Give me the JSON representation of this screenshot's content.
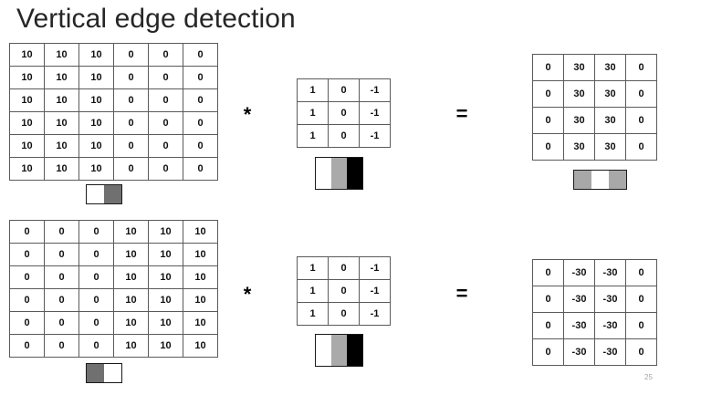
{
  "slide": {
    "title": "Vertical edge detection",
    "page_number": "25",
    "background_color": "#ffffff",
    "title_color": "#262626",
    "page_number_color": "#a6a6a6",
    "grid_line_color": "#5a5a5a"
  },
  "operators": {
    "convolution": "*",
    "equals": "="
  },
  "palette": {
    "white": "#ffffff",
    "light_gray": "#aaaaaa",
    "mid_gray": "#b3b3b3",
    "dark_gray": "#707070",
    "black": "#000000",
    "result_gray": "#a8a8a8"
  },
  "examples": [
    {
      "name": "light-to-dark-edge",
      "input": {
        "label": "input-matrix-light-left",
        "rows": 6,
        "cols": 6,
        "values": [
          [
            "10",
            "10",
            "10",
            "0",
            "0",
            "0"
          ],
          [
            "10",
            "10",
            "10",
            "0",
            "0",
            "0"
          ],
          [
            "10",
            "10",
            "10",
            "0",
            "0",
            "0"
          ],
          [
            "10",
            "10",
            "10",
            "0",
            "0",
            "0"
          ],
          [
            "10",
            "10",
            "10",
            "0",
            "0",
            "0"
          ],
          [
            "10",
            "10",
            "10",
            "0",
            "0",
            "0"
          ]
        ],
        "strip_bands": [
          "#ffffff",
          "#707070"
        ]
      },
      "filter": {
        "label": "vertical-sobel-like-filter",
        "rows": 3,
        "cols": 3,
        "values": [
          [
            "1",
            "0",
            "-1"
          ],
          [
            "1",
            "0",
            "-1"
          ],
          [
            "1",
            "0",
            "-1"
          ]
        ],
        "strip_bands": [
          "#ffffff",
          "#aaaaaa",
          "#000000"
        ]
      },
      "output": {
        "label": "output-matrix-positive-edge",
        "rows": 4,
        "cols": 4,
        "values": [
          [
            "0",
            "30",
            "30",
            "0"
          ],
          [
            "0",
            "30",
            "30",
            "0"
          ],
          [
            "0",
            "30",
            "30",
            "0"
          ],
          [
            "0",
            "30",
            "30",
            "0"
          ]
        ],
        "strip_bands": [
          "#a8a8a8",
          "#ffffff",
          "#a8a8a8"
        ]
      }
    },
    {
      "name": "dark-to-light-edge",
      "input": {
        "label": "input-matrix-dark-left",
        "rows": 6,
        "cols": 6,
        "values": [
          [
            "0",
            "0",
            "0",
            "10",
            "10",
            "10"
          ],
          [
            "0",
            "0",
            "0",
            "10",
            "10",
            "10"
          ],
          [
            "0",
            "0",
            "0",
            "10",
            "10",
            "10"
          ],
          [
            "0",
            "0",
            "0",
            "10",
            "10",
            "10"
          ],
          [
            "0",
            "0",
            "0",
            "10",
            "10",
            "10"
          ],
          [
            "0",
            "0",
            "0",
            "10",
            "10",
            "10"
          ]
        ],
        "strip_bands": [
          "#707070",
          "#ffffff"
        ]
      },
      "filter": {
        "label": "vertical-sobel-like-filter",
        "rows": 3,
        "cols": 3,
        "values": [
          [
            "1",
            "0",
            "-1"
          ],
          [
            "1",
            "0",
            "-1"
          ],
          [
            "1",
            "0",
            "-1"
          ]
        ],
        "strip_bands": [
          "#ffffff",
          "#aaaaaa",
          "#000000"
        ]
      },
      "output": {
        "label": "output-matrix-negative-edge",
        "rows": 4,
        "cols": 4,
        "values": [
          [
            "0",
            "-30",
            "-30",
            "0"
          ],
          [
            "0",
            "-30",
            "-30",
            "0"
          ],
          [
            "0",
            "-30",
            "-30",
            "0"
          ],
          [
            "0",
            "-30",
            "-30",
            "0"
          ]
        ],
        "strip_bands": []
      }
    }
  ]
}
